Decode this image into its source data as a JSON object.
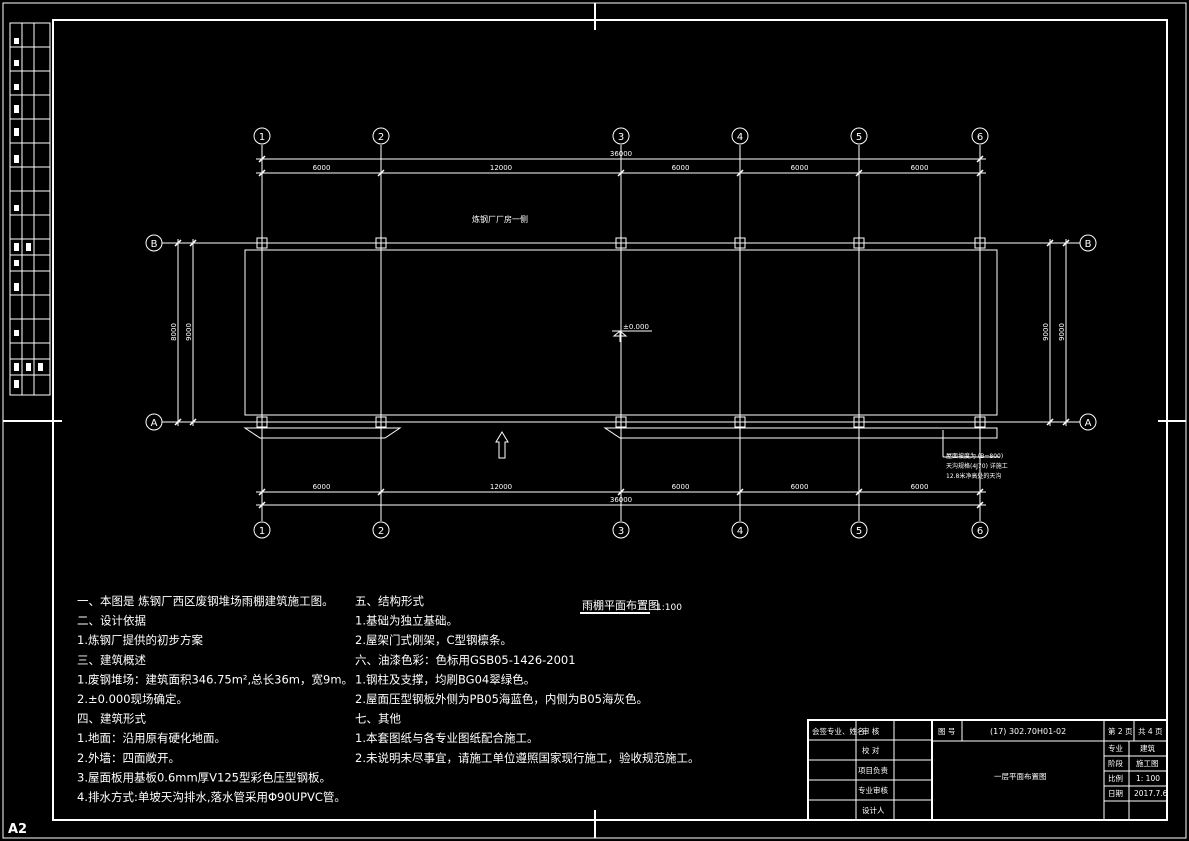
{
  "sheet_size": "A2",
  "grid": {
    "col_labels": [
      "1",
      "2",
      "3",
      "4",
      "5",
      "6"
    ],
    "col_glyphs": [
      "①",
      "②",
      "③",
      "④",
      "⑤",
      "⑥"
    ],
    "row_labels": [
      "B",
      "A"
    ],
    "span_top": [
      "6000",
      "12000",
      "6000",
      "6000",
      "6000"
    ],
    "span_bottom": [
      "6000",
      "12000",
      "6000",
      "6000",
      "6000"
    ],
    "total_top": "36000",
    "total_bottom": "36000",
    "depth_left_outer": "8000",
    "depth_left_inner": "9000",
    "depth_right_inner": "9000",
    "depth_right_outer": "9000"
  },
  "plan": {
    "building_label": "炼钢厂厂房一侧",
    "elevation_label": "±0.000",
    "gutter_note_1": "屋面坡度为 (B=800)",
    "gutter_note_2": "天沟规格(4J70) 详施工",
    "gutter_note_3": "12.8米净高处的天沟"
  },
  "drawing_title": "雨棚平面布置图",
  "drawing_scale": "1:100",
  "notes_left": [
    "一、本图是  炼钢厂西区废钢堆场雨棚建筑施工图。",
    "二、设计依据",
    "1.炼钢厂提供的初步方案",
    "三、建筑概述",
    "1.废钢堆场：建筑面积346.75m²,总长36m，宽9m。",
    "2.±0.000现场确定。",
    "四、建筑形式",
    "1.地面：沿用原有硬化地面。",
    "2.外墙：四面敞开。",
    "3.屋面板用基板0.6mm厚V125型彩色压型钢板。",
    "4.排水方式:单坡天沟排水,落水管采用Φ90UPVC管。"
  ],
  "notes_right": [
    "五、结构形式",
    "1.基础为独立基础。",
    "2.屋架门式刚架，C型钢檩条。",
    "六、油漆色彩：色标用GSB05-1426-2001",
    "1.钢柱及支撑，均刷BG04翠绿色。",
    "2.屋面压型钢板外侧为PB05海蓝色，内侧为B05海灰色。",
    "七、其他",
    "1.本套图纸与各专业图纸配合施工。",
    "2.未说明未尽事宜，请施工单位遵照国家现行施工，验收规范施工。"
  ],
  "title_block": {
    "sign_header": "会签专业、姓名",
    "review_label": "审 核",
    "checker_label": "校 对",
    "project_lead_label": "项目负责",
    "discipline_review_label": "专业审核",
    "designer_label": "设计人",
    "drawing_no_label": "图 号",
    "drawing_no": "(17) 302.70H01-02",
    "sheet_info": "第 2 页",
    "total_sheets": "共 4 页",
    "drawing_name": "一层平面布置图",
    "discipline_label": "专业",
    "discipline": "建筑",
    "stage_label": "阶段",
    "stage": "施工图",
    "scale_label": "比例",
    "scale": "1: 100",
    "date_label": "日期",
    "date": "2017.7.6"
  }
}
